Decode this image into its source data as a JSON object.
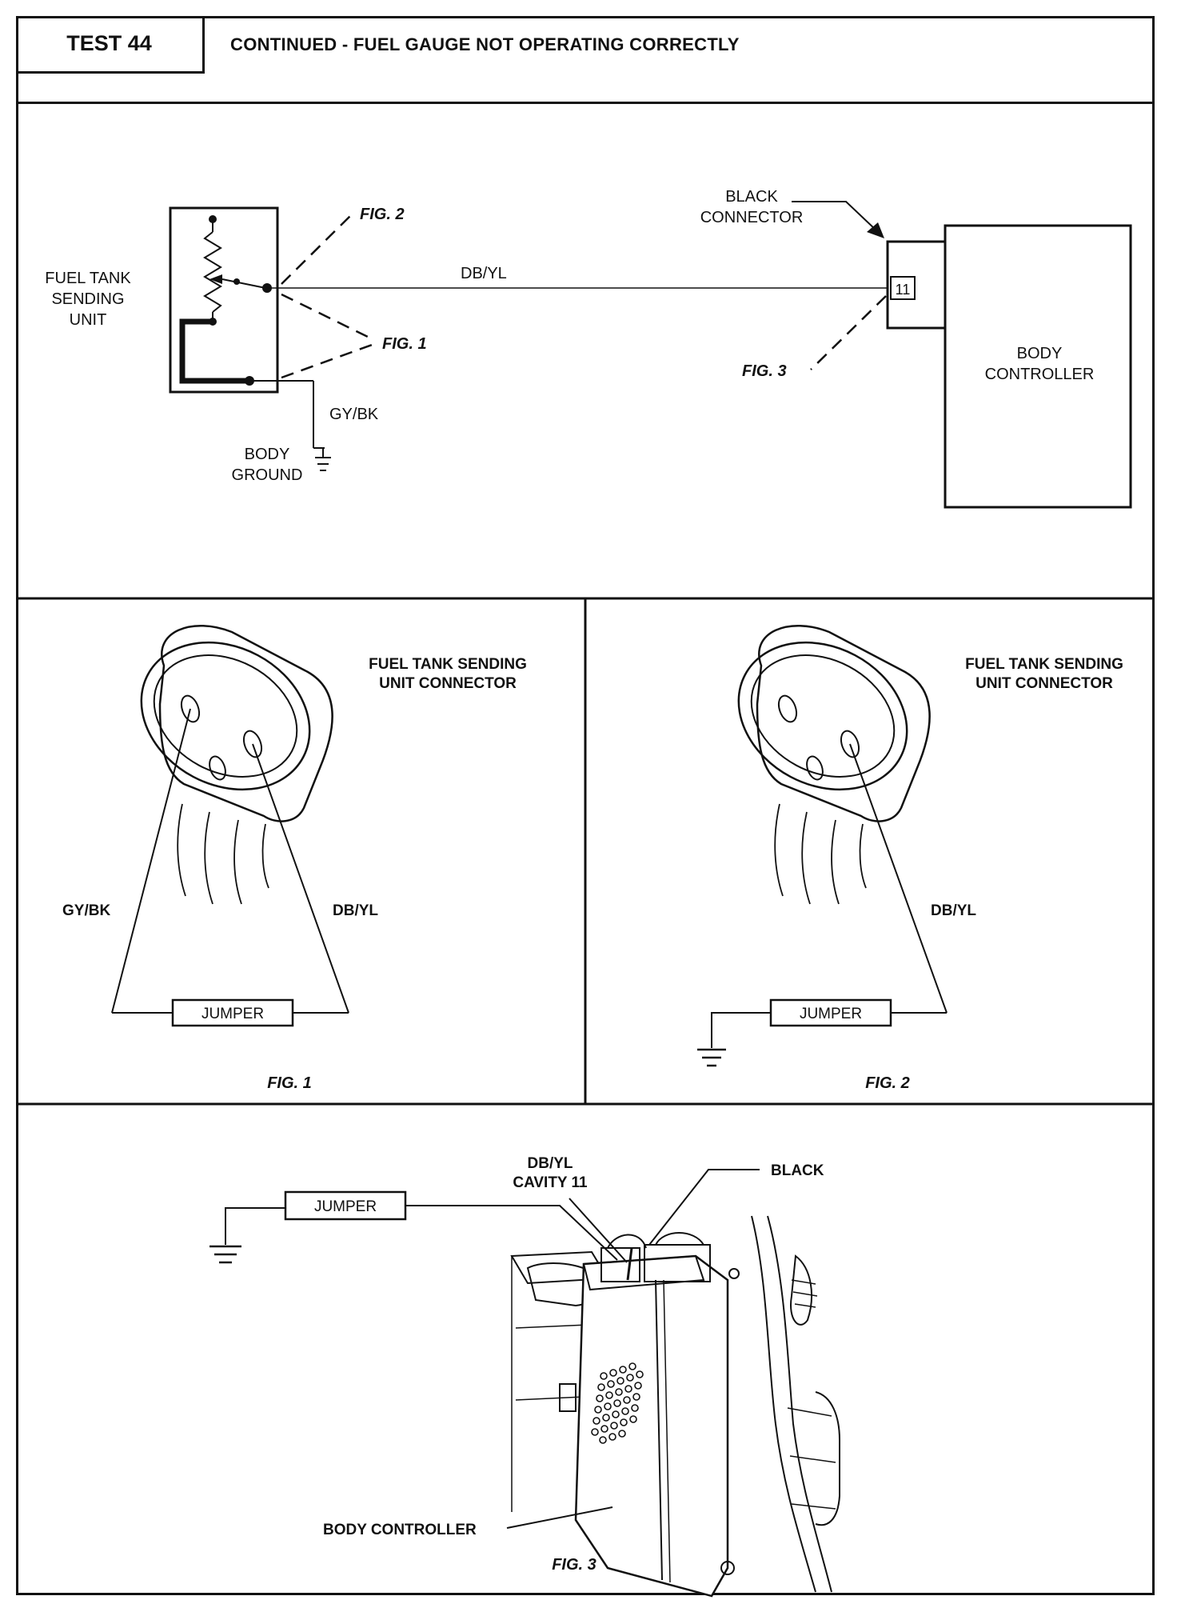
{
  "header": {
    "test_label": "TEST 44",
    "title": "CONTINUED - FUEL GAUGE NOT OPERATING CORRECTLY"
  },
  "schematic": {
    "sending_unit_label": [
      "FUEL TANK",
      "SENDING",
      "UNIT"
    ],
    "body_ground_label": [
      "BODY",
      "GROUND"
    ],
    "ground_wire": "GY/BK",
    "signal_wire": "DB/YL",
    "connector_label": [
      "BLACK",
      "CONNECTOR"
    ],
    "cavity": "11",
    "controller_label": [
      "BODY",
      "CONTROLLER"
    ],
    "fig1_ref": "FIG. 1",
    "fig2_ref": "FIG. 2",
    "fig3_ref": "FIG. 3"
  },
  "fig1": {
    "connector_label": [
      "FUEL TANK SENDING",
      "UNIT CONNECTOR"
    ],
    "left_wire": "GY/BK",
    "right_wire": "DB/YL",
    "jumper": "JUMPER",
    "caption": "FIG. 1"
  },
  "fig2": {
    "connector_label": [
      "FUEL TANK SENDING",
      "UNIT CONNECTOR"
    ],
    "wire": "DB/YL",
    "jumper": "JUMPER",
    "caption": "FIG. 2"
  },
  "fig3": {
    "cavity_label": [
      "DB/YL",
      "CAVITY 11"
    ],
    "black_label": "BLACK",
    "jumper": "JUMPER",
    "controller_label": "BODY CONTROLLER",
    "caption": "FIG. 3"
  }
}
